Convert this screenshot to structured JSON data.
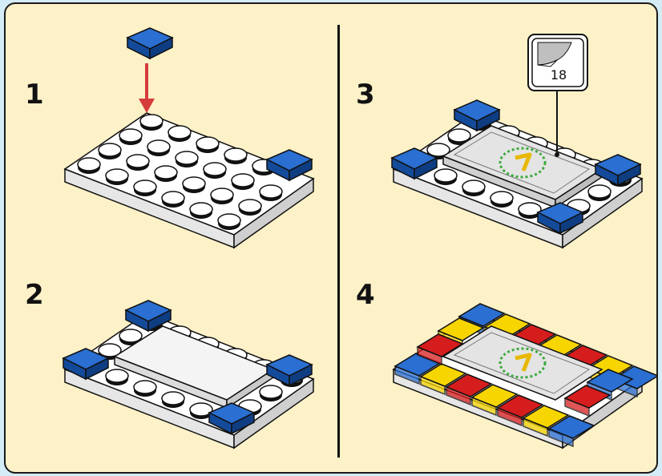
{
  "steps": [
    {
      "number": "1"
    },
    {
      "number": "2"
    },
    {
      "number": "3"
    },
    {
      "number": "4"
    }
  ],
  "sticker_callout": {
    "label": "18"
  },
  "colors": {
    "background": "#fdf1c8",
    "brick_blue": "#1a5bb8",
    "brick_red": "#d61d1d",
    "brick_yellow": "#f7d500",
    "plate_white": "#ffffff",
    "arrow_red": "#d63b3b",
    "sticker_green": "#3daa3d",
    "sticker_gold": "#e8b800"
  }
}
